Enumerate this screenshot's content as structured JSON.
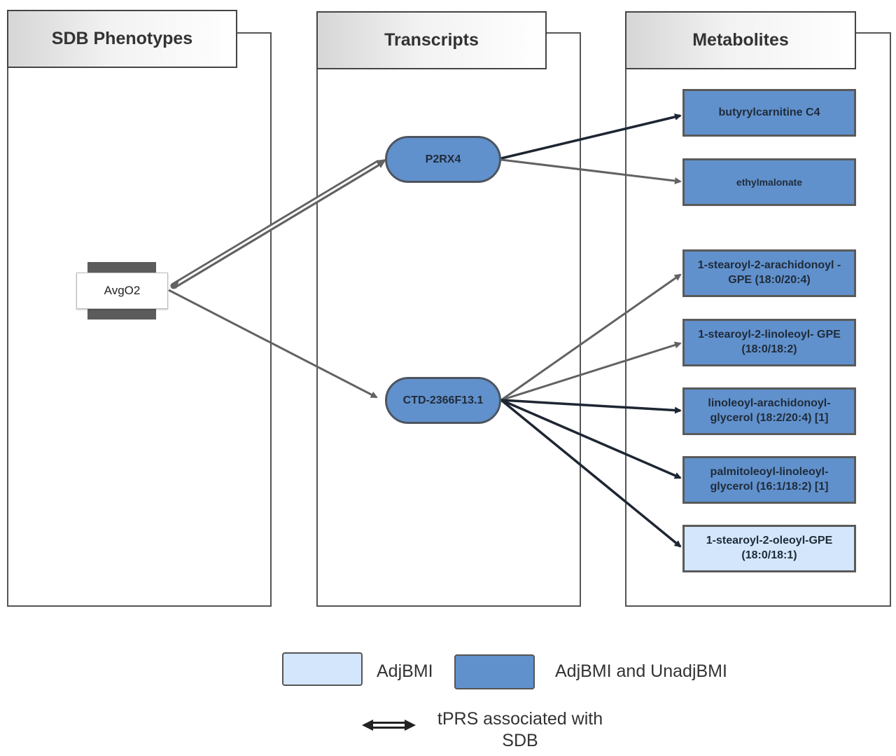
{
  "panels": {
    "phenotypes": {
      "title": "SDB Phenotypes"
    },
    "transcripts": {
      "title": "Transcripts"
    },
    "metabolites": {
      "title": "Metabolites"
    }
  },
  "phenotype": {
    "label": "AvgO2"
  },
  "transcripts": {
    "p2rx4": {
      "label": "P2RX4"
    },
    "ctd": {
      "label": "CTD-2366F13.1"
    }
  },
  "metabolites": [
    {
      "label": "butyrylcarnitine C4",
      "category": "AdjBMI and UnadjBMI"
    },
    {
      "label": "ethylmalonate",
      "category": "AdjBMI and UnadjBMI"
    },
    {
      "label": "1-stearoyl-2-arachidonoyl -GPE (18:0/20:4)",
      "category": "AdjBMI and UnadjBMI"
    },
    {
      "label": "1-stearoyl-2-linoleoyl- GPE (18:0/18:2)",
      "category": "AdjBMI and UnadjBMI"
    },
    {
      "label": "linoleoyl-arachidonoyl- glycerol (18:2/20:4) [1]",
      "category": "AdjBMI and UnadjBMI"
    },
    {
      "label": "palmitoleoyl-linoleoyl- glycerol (16:1/18:2) [1]",
      "category": "AdjBMI and UnadjBMI"
    },
    {
      "label": "1-stearoyl-2-oleoyl-GPE (18:0/18:1)",
      "category": "AdjBMI"
    }
  ],
  "edges": [
    {
      "from": "AvgO2",
      "to": "P2RX4",
      "style": "tPRS"
    },
    {
      "from": "AvgO2",
      "to": "CTD-2366F13.1",
      "style": "gray"
    },
    {
      "from": "P2RX4",
      "to": "butyrylcarnitine C4",
      "style": "dark"
    },
    {
      "from": "P2RX4",
      "to": "ethylmalonate",
      "style": "gray"
    },
    {
      "from": "CTD-2366F13.1",
      "to": "1-stearoyl-2-arachidonoyl -GPE (18:0/20:4)",
      "style": "gray"
    },
    {
      "from": "CTD-2366F13.1",
      "to": "1-stearoyl-2-linoleoyl- GPE (18:0/18:2)",
      "style": "gray"
    },
    {
      "from": "CTD-2366F13.1",
      "to": "linoleoyl-arachidonoyl- glycerol (18:2/20:4) [1]",
      "style": "dark"
    },
    {
      "from": "CTD-2366F13.1",
      "to": "palmitoleoyl-linoleoyl- glycerol (16:1/18:2) [1]",
      "style": "dark"
    },
    {
      "from": "CTD-2366F13.1",
      "to": "1-stearoyl-2-oleoyl-GPE (18:0/18:1)",
      "style": "dark"
    }
  ],
  "legend": {
    "adjbmi": "AdjBMI",
    "both": "AdjBMI and UnadjBMI",
    "tprs_line1": "tPRS associated with",
    "tprs_line2": "SDB"
  },
  "colors": {
    "dark_fill": "#6191cc",
    "light_fill": "#d3e6fb",
    "dark_arrow": "#1e2633",
    "gray_arrow": "#626262"
  }
}
